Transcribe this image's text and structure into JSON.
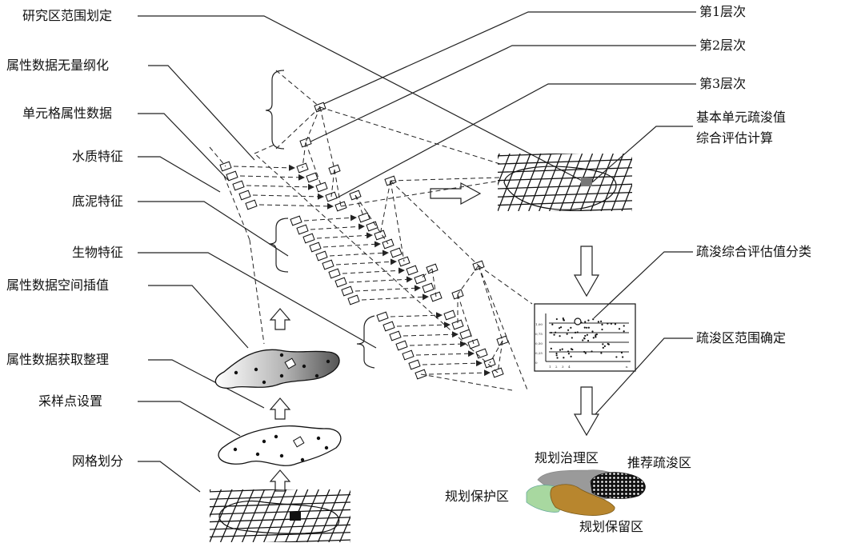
{
  "left_labels": [
    "研究区范围划定",
    "属性数据无量纲化",
    "单元格属性数据",
    "水质特征",
    "底泥特征",
    "生物特征",
    "属性数据空间插值",
    "属性数据获取整理",
    "采样点设置",
    "网格划分"
  ],
  "level_labels": [
    "第1层次",
    "第2层次",
    "第3层次"
  ],
  "right_labels": {
    "eval_line1": "基本单元疏浚值",
    "eval_line2": "综合评估计算",
    "classify": "疏浚综合评估值分类",
    "range": "疏浚区范围确定"
  },
  "zones": {
    "governance": "规划治理区",
    "recommended": "推荐疏浚区",
    "protection": "规划保护区",
    "reserve": "规划保留区"
  },
  "scatter_ticks": {
    "y": [
      "1,00",
      "0,75",
      "0,50",
      "0,25",
      "0"
    ],
    "x": [
      "1",
      "2",
      "3",
      "4",
      "n"
    ]
  },
  "colors": {
    "protection_zone": "#a8d8a0",
    "reserve_zone": "#b8862e",
    "governance_zone": "#9a9a9a",
    "recommended_zone": "#1a1a1a"
  }
}
